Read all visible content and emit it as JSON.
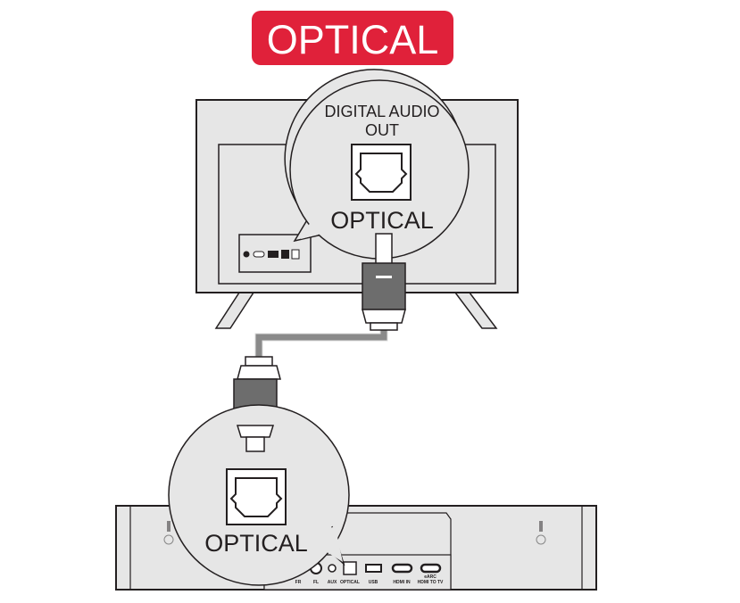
{
  "title_badge": {
    "label": "OPTICAL",
    "color": "#e0213a"
  },
  "tv": {
    "callout_line1": "DIGITAL AUDIO",
    "callout_line2": "OUT",
    "callout_port_label": "OPTICAL"
  },
  "soundbar": {
    "callout_port_label": "OPTICAL",
    "port_labels": [
      "FR",
      "FL",
      "AUX",
      "OPTICAL",
      "USB",
      "HDMI IN",
      "HDMI TO TV"
    ],
    "earc_label": "eARC"
  },
  "colors": {
    "device_fill": "#e6e6e6",
    "outline": "#231f20",
    "cable": "#9d9d9d",
    "connector_dark": "#6d6d6d"
  }
}
